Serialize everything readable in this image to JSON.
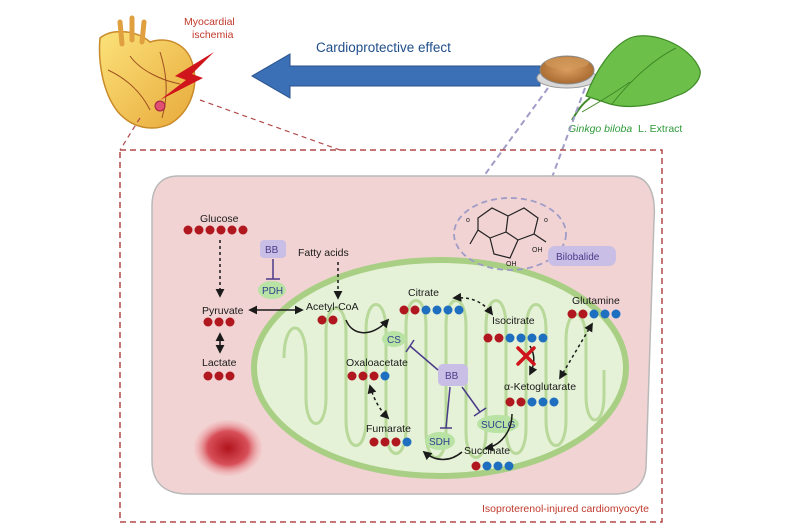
{
  "header": {
    "effect_label": "Cardioprotective effect",
    "ischemia_line1": "Myocardial",
    "ischemia_line2": "ischemia",
    "extract_species": "Ginkgo biloba",
    "extract_suffix": "L. Extract"
  },
  "cell": {
    "caption": "Isoproterenol-injured cardiomyocyte",
    "compound": "Bilobalide"
  },
  "metabolites": {
    "glucose": "Glucose",
    "pyruvate": "Pyruvate",
    "lactate": "Lactate",
    "fatty_acids": "Fatty acids",
    "acetyl_coa": "Acetyl-CoA",
    "citrate": "Citrate",
    "isocitrate": "Isocitrate",
    "glutamine": "Glutamine",
    "akg": "α-Ketoglutarate",
    "oxaloacetate": "Oxaloacetate",
    "fumarate": "Fumarate",
    "succinate": "Succinate"
  },
  "enzymes": {
    "pdh": "PDH",
    "cs": "CS",
    "sdh": "SDH",
    "suclg": "SUCLG"
  },
  "inhibitor": {
    "bb_top": "BB",
    "bb_center": "BB"
  },
  "colors": {
    "carbon_red": "#b0171f",
    "carbon_blue": "#1f6fc0",
    "cell_fill": "#f2d3d3",
    "mito_fill": "#e6f2d8",
    "mito_stroke": "#a9cf85",
    "enzyme_fill": "#b9e3a4",
    "bb_fill": "#c9bfe6",
    "arrow_blue": "#3b6fb6",
    "dashed_red": "#b24a4a",
    "ischemia_red": "#d0141c"
  }
}
